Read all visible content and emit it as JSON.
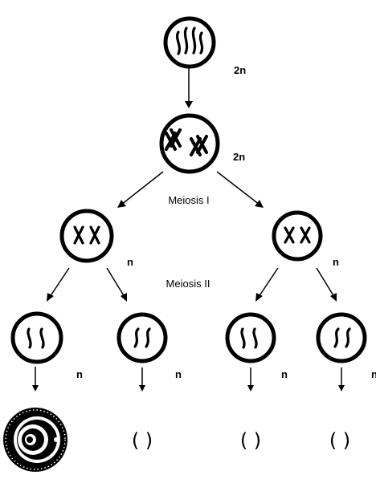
{
  "labels": {
    "ploidy_parent": "2n",
    "ploidy_replicated": "2n",
    "ploidy_mi_left": "n",
    "ploidy_mi_right": "n",
    "ploidy_g1": "n",
    "ploidy_g2": "n",
    "ploidy_g3": "n",
    "ploidy_g4": "n",
    "meiosis_one": "Meiosis I",
    "meiosis_two": "Meiosis II"
  },
  "products": {
    "blank_1": "(   )",
    "blank_2": "(   )",
    "blank_3": "(   )"
  }
}
